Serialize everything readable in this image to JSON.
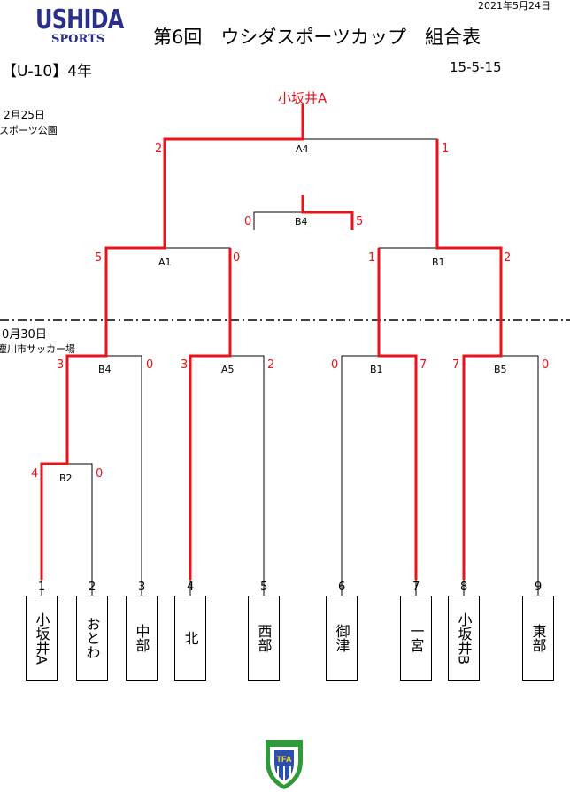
{
  "header": {
    "logo_top": "USHIDA",
    "logo_bottom": "SPORTS",
    "date": "2021年5月24日",
    "title": "第6回　ウシダスポーツカップ　組合表",
    "category": "【U-10】4年",
    "code": "15-5-15"
  },
  "venue_upper": {
    "date": "2月25日",
    "place": "スポーツ公園"
  },
  "venue_lower": {
    "date": "0月30日",
    "place": "塵川市サッカー場"
  },
  "champion": "小坂井A",
  "matches": {
    "a4": {
      "label": "A4",
      "left": "2",
      "right": "1"
    },
    "b4_top": {
      "label": "B4",
      "left": "0",
      "right": "5"
    },
    "a1": {
      "label": "A1",
      "left": "5",
      "right": "0"
    },
    "b1_top": {
      "label": "B1",
      "left": "1",
      "right": "2"
    },
    "b4": {
      "label": "B4",
      "left": "3",
      "right": "0"
    },
    "a5": {
      "label": "A5",
      "left": "3",
      "right": "2"
    },
    "b1": {
      "label": "B1",
      "left": "0",
      "right": "7"
    },
    "b5": {
      "label": "B5",
      "left": "7",
      "right": "0"
    },
    "b2": {
      "label": "B2",
      "left": "4",
      "right": "0"
    }
  },
  "teams": [
    {
      "num": "1",
      "name": "小坂井A"
    },
    {
      "num": "2",
      "name": "おとわ"
    },
    {
      "num": "3",
      "name": "中部"
    },
    {
      "num": "4",
      "name": "北"
    },
    {
      "num": "5",
      "name": "西部"
    },
    {
      "num": "6",
      "name": "御津"
    },
    {
      "num": "7",
      "name": "一宮"
    },
    {
      "num": "8",
      "name": "小坂井B"
    },
    {
      "num": "9",
      "name": "東部"
    }
  ],
  "colors": {
    "win_line": "#e8131b",
    "line": "#000000",
    "logo": "#2a2f8a",
    "emblem_green": "#2e9a3a",
    "emblem_blue": "#2a4fb0"
  },
  "footer": {
    "emblem_text": "TFA"
  }
}
